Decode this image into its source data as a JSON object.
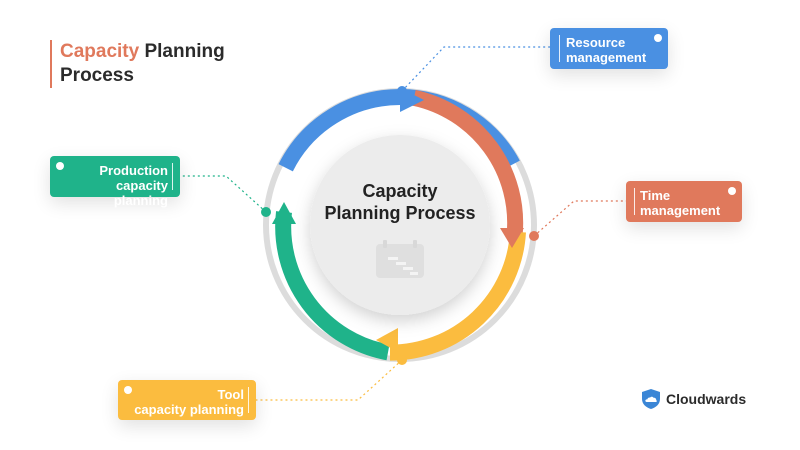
{
  "title": {
    "accent": "Capacity",
    "rest_line1": " Planning",
    "line2": "Process"
  },
  "center": {
    "line1": "Capacity",
    "line2": "Planning Process",
    "icon": "calendar-gantt-icon"
  },
  "nodes": {
    "resource": {
      "line1": "Resource",
      "line2": "management",
      "color": "#4a90e2"
    },
    "time": {
      "line1": "Time",
      "line2": "management",
      "color": "#e0795c"
    },
    "tool": {
      "line1": "Tool",
      "line2": "capacity planning",
      "color": "#fbbc3f"
    },
    "production": {
      "line1": "Production",
      "line2": "capacity planning",
      "color": "#1fb38a"
    }
  },
  "brand": {
    "name": "Cloudwards",
    "icon": "cloud-shield-icon",
    "color": "#3b86d6"
  }
}
